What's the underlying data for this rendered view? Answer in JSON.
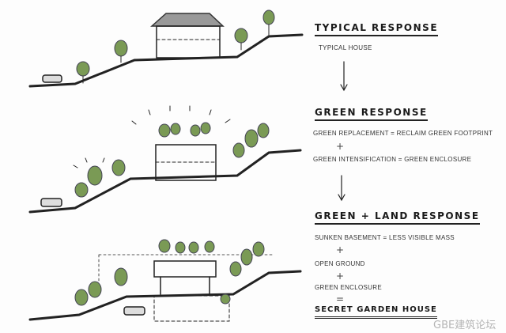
{
  "sections": [
    {
      "title": "TYPICAL RESPONSE",
      "lines": [
        "TYPICAL HOUSE"
      ]
    },
    {
      "title": "GREEN RESPONSE",
      "lines": [
        "GREEN REPLACEMENT = RECLAIM GREEN FOOTPRINT",
        "+",
        "GREEN INTENSIFICATION = GREEN ENCLOSURE"
      ]
    },
    {
      "title": "GREEN + LAND RESPONSE",
      "lines": [
        "SUNKEN BASEMENT = LESS VISIBLE MASS",
        "+",
        "OPEN GROUND",
        "+",
        "GREEN ENCLOSURE",
        "=",
        "SECRET GARDEN HOUSE"
      ]
    }
  ],
  "watermark": "GBE建筑论坛",
  "colors": {
    "tree": "#7a9a55",
    "ink": "#222222"
  }
}
